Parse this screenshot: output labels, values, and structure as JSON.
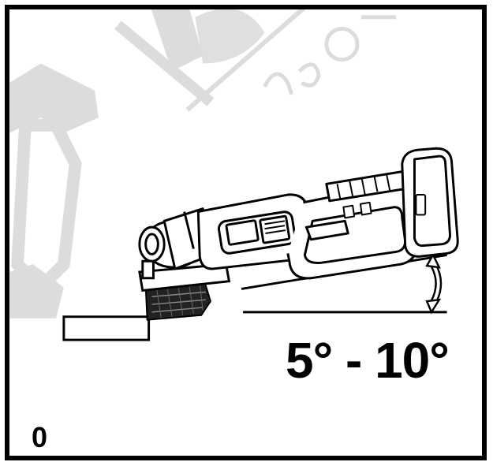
{
  "figure": {
    "angle_range": "5° - 10°",
    "figure_number": "0"
  },
  "icons": {
    "tool": "angle-grinder-icon",
    "angle_arrow": "double-arrow-icon",
    "watermark": "watermark-logo"
  },
  "colors": {
    "stroke": "#000000",
    "watermark": "#d9d9d9",
    "background": "#ffffff"
  }
}
